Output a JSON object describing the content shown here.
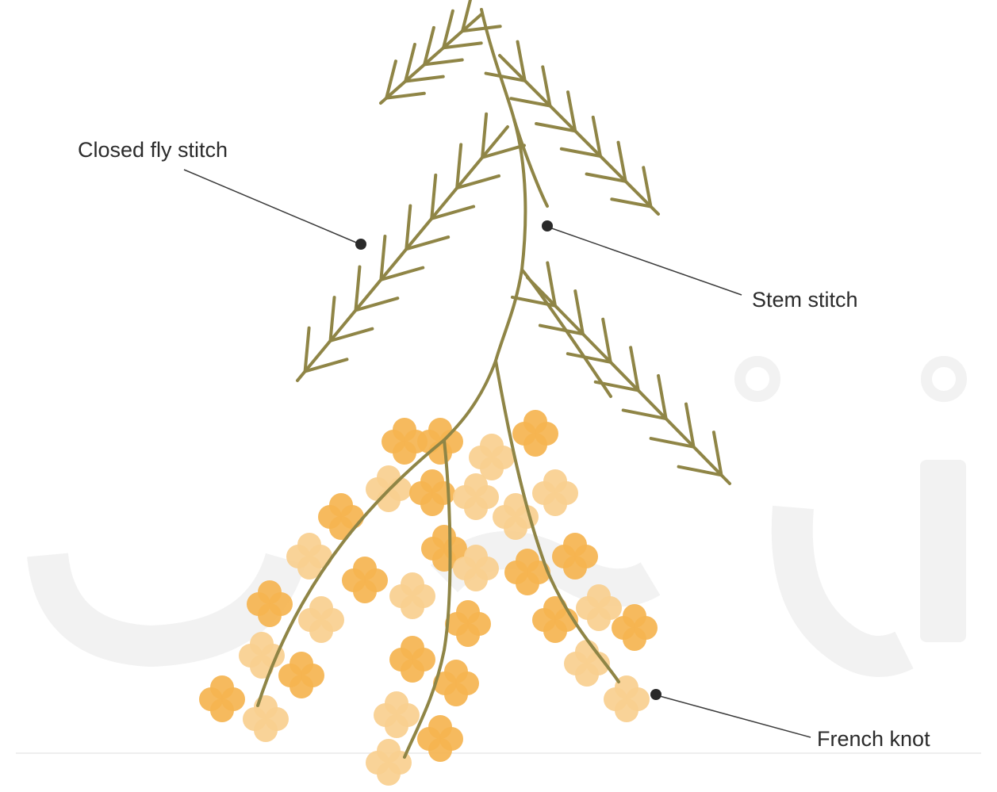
{
  "labels": {
    "closed_fly_stitch": "Closed fly stitch",
    "stem_stitch": "Stem stitch",
    "french_knot": "French knot"
  },
  "colors": {
    "stem": "#8f8546",
    "knot_dark": "#f5b450",
    "knot_light": "#f9cf8f",
    "leader": "#3a3a3a",
    "dot": "#2a2a2a",
    "watermark": "#f1f1f1",
    "baseline": "#eeeeee"
  }
}
